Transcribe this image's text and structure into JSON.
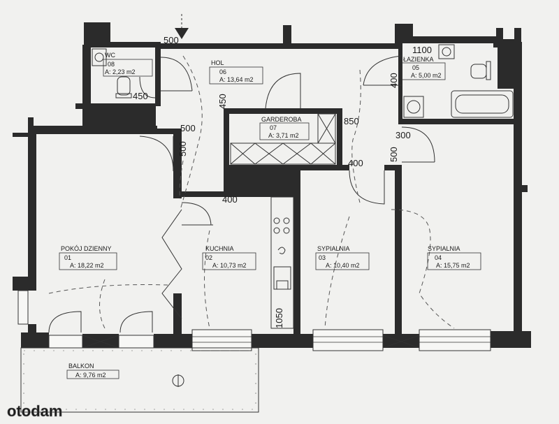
{
  "rooms": [
    {
      "id": "wc",
      "name": "WC",
      "number": "08",
      "area": "A: 2,23 m2"
    },
    {
      "id": "hol",
      "name": "HOL",
      "number": "06",
      "area": "A: 13,64 m2"
    },
    {
      "id": "lazienka",
      "name": "ŁAZIENKA",
      "number": "05",
      "area": "A: 5,00 m2"
    },
    {
      "id": "garderoba",
      "name": "GARDEROBA",
      "number": "07",
      "area": "A: 3,71 m2"
    },
    {
      "id": "pokoj",
      "name": "POKÓJ DZIENNY",
      "number": "01",
      "area": "A: 18,22 m2"
    },
    {
      "id": "kuchnia",
      "name": "KUCHNIA",
      "number": "02",
      "area": "A: 10,73 m2"
    },
    {
      "id": "sypialnia3",
      "name": "SYPIALNIA",
      "number": "03",
      "area": "A: 10,40 m2"
    },
    {
      "id": "sypialnia4",
      "name": "SYPIALNIA",
      "number": "04",
      "area": "A: 15,75 m2"
    },
    {
      "id": "balkon",
      "name": "BALKON",
      "number": "",
      "area": "A: 9,76 m2"
    }
  ],
  "dimensions": {
    "entrance_door": "500",
    "wc_door": "450",
    "lazienka_width": "1100",
    "lazienka_door": "400",
    "hol_door": "450",
    "hol_opening": "500",
    "pokoj_door": "500",
    "garderoba_width": "850",
    "sypialnia4_door_top": "300",
    "sypialnia4_door_side": "500",
    "sypialnia3_door": "400",
    "kuchnia_door": "400",
    "kuchnia_counter": "1050"
  },
  "watermark": "otodam",
  "colors": {
    "wall": "#2b2b2b",
    "paper": "#f1f1ef",
    "line": "#333333"
  }
}
